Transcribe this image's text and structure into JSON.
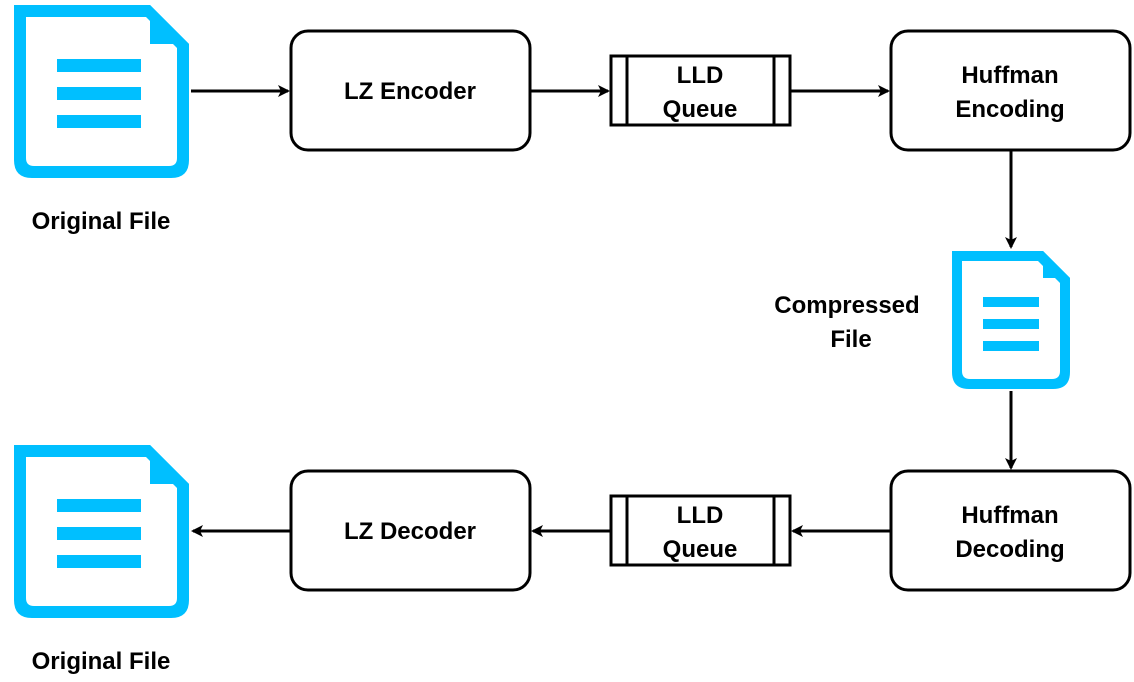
{
  "diagram": {
    "colors": {
      "file_icon": "#00BFFF",
      "stroke": "#000000",
      "background": "#FFFFFF"
    },
    "files": {
      "original_top": {
        "label": "Original File",
        "icon": "document-icon"
      },
      "compressed": {
        "label_line1": "Compressed",
        "label_line2": "File",
        "icon": "document-icon"
      },
      "original_bottom": {
        "label": "Original File",
        "icon": "document-icon"
      }
    },
    "nodes": {
      "lz_encoder": {
        "label": "LZ Encoder"
      },
      "lld_queue_top": {
        "line1": "LLD",
        "line2": "Queue"
      },
      "huffman_encoding": {
        "line1": "Huffman",
        "line2": "Encoding"
      },
      "huffman_decoding": {
        "line1": "Huffman",
        "line2": "Decoding"
      },
      "lld_queue_bottom": {
        "line1": "LLD",
        "line2": "Queue"
      },
      "lz_decoder": {
        "label": "LZ Decoder"
      }
    },
    "edges": [
      {
        "from": "Original File",
        "to": "LZ Encoder"
      },
      {
        "from": "LZ Encoder",
        "to": "LLD Queue"
      },
      {
        "from": "LLD Queue",
        "to": "Huffman Encoding"
      },
      {
        "from": "Huffman Encoding",
        "to": "Compressed File"
      },
      {
        "from": "Compressed File",
        "to": "Huffman Decoding"
      },
      {
        "from": "Huffman Decoding",
        "to": "LLD Queue"
      },
      {
        "from": "LLD Queue",
        "to": "LZ Decoder"
      },
      {
        "from": "LZ Decoder",
        "to": "Original File"
      }
    ]
  }
}
